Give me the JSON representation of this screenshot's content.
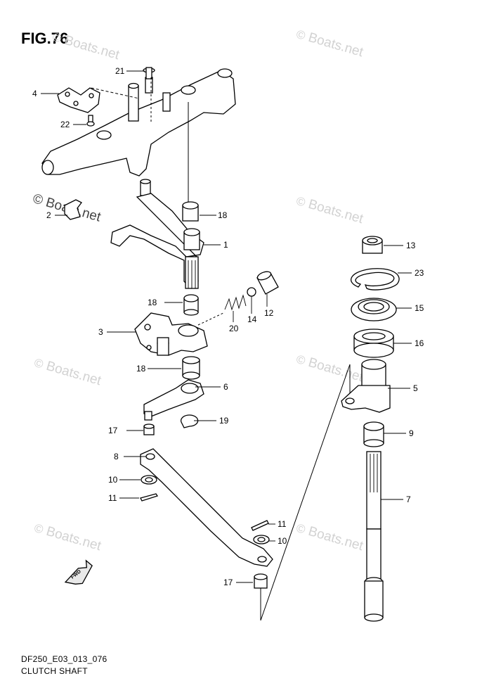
{
  "figure_title": "FIG.76",
  "footer": {
    "code": "DF250_E03_013_076",
    "caption": "CLUTCH SHAFT"
  },
  "watermark": {
    "text": "Boats.net",
    "symbol": "©"
  },
  "fwd_label": "FWD",
  "callouts": {
    "p1": "1",
    "p2": "2",
    "p3": "3",
    "p4": "4",
    "p5": "5",
    "p6": "6",
    "p7": "7",
    "p8": "8",
    "p9": "9",
    "p10a": "10",
    "p10b": "10",
    "p11a": "11",
    "p11b": "11",
    "p12": "12",
    "p13": "13",
    "p14": "14",
    "p15": "15",
    "p16": "16",
    "p17a": "17",
    "p17b": "17",
    "p18a": "18",
    "p18b": "18",
    "p18c": "18",
    "p19": "19",
    "p20": "20",
    "p21": "21",
    "p22": "22",
    "p23": "23"
  }
}
